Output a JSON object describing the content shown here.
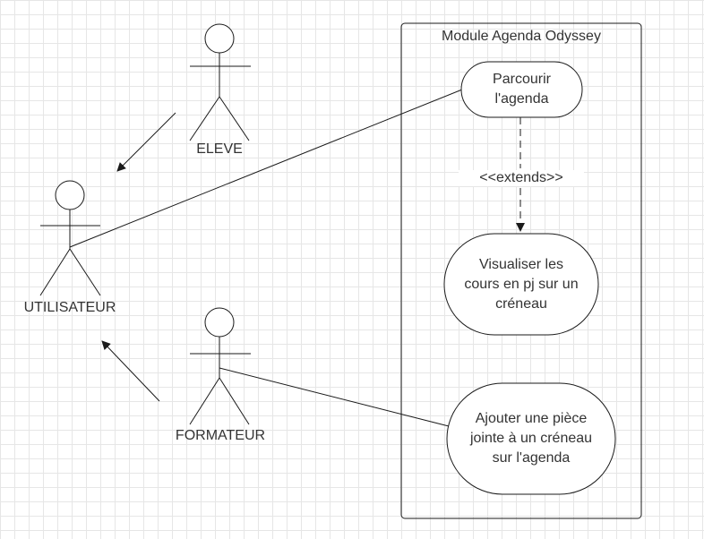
{
  "system": {
    "title": "Module Agenda Odyssey"
  },
  "actors": {
    "eleve": "ELEVE",
    "utilisateur": "UTILISATEUR",
    "formateur": "FORMATEUR"
  },
  "use_cases": {
    "parcourir": "Parcourir\nl'agenda",
    "visualiser": "Visualiser les\ncours en pj sur un\ncréneau",
    "ajouter": "Ajouter une pièce\njointe à un créneau\nsur l'agenda"
  },
  "relations": {
    "extends_label": "<<extends>>"
  },
  "colors": {
    "stroke": "#1a1a1a",
    "text": "#333333",
    "grid": "#e6e6e6"
  }
}
